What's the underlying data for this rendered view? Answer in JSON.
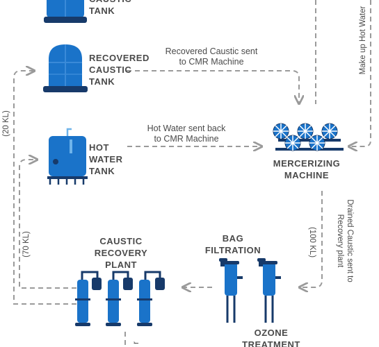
{
  "colors": {
    "primary_blue": "#1a73c9",
    "light_blue": "#3a8ad8",
    "dark_navy": "#173a6a",
    "arrow_gray": "#9a9a9a",
    "text_gray": "#4a4a4a"
  },
  "nodes": {
    "caustic_tank": {
      "label": "CAUSTIC\nTANK",
      "icon": "storage-tank-icon"
    },
    "recovered_caustic_tank": {
      "label": "RECOVERED\nCAUSTIC\nTANK",
      "icon": "storage-tank-icon"
    },
    "hot_water_tank": {
      "label": "HOT\nWATER\nTANK",
      "icon": "hot-water-tank-icon"
    },
    "mercerizing_machine": {
      "label": "MERCERIZING\nMACHINE",
      "icon": "mercerizing-rollers-icon"
    },
    "bag_filtration": {
      "label": "BAG\nFILTRATION",
      "icon": "bag-filter-icon"
    },
    "caustic_recovery_plant": {
      "label": "CAUSTIC\nRECOVERY\nPLANT",
      "icon": "recovery-columns-icon"
    },
    "ozone_treatment": {
      "label": "OZONE\nTREATMENT",
      "icon": ""
    }
  },
  "flows": {
    "recovered_to_cmr": "Recovered Caustic sent\nto CMR Machine",
    "hot_water_back": "Hot Water sent back\nto CMR Machine",
    "makeup_hot_water": "Make up Hot Water",
    "drained_caustic": "Drained Caustic sent to\nRecovery plant",
    "drained_volume": "(100 KL)",
    "recovered_volume": "(20 KL)",
    "hot_water_volume": "(70 KL)",
    "bottom_partial": "r"
  }
}
